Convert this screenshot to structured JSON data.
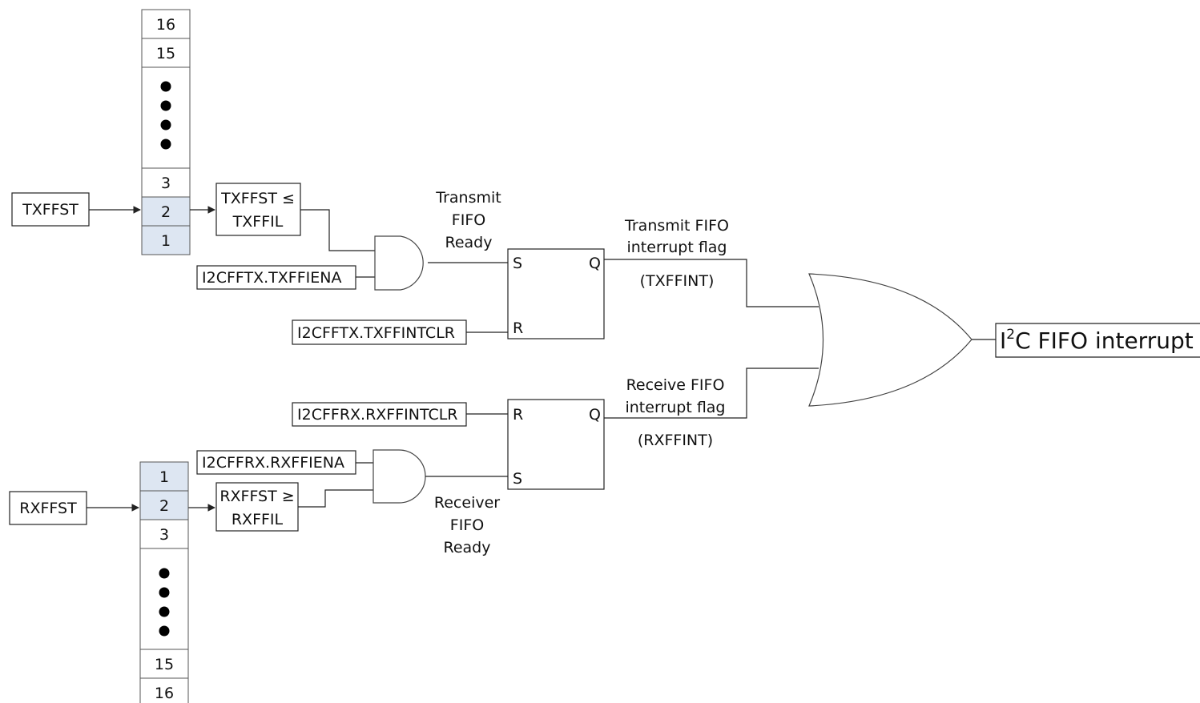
{
  "colors": {
    "highlight": "#dde6f2",
    "line": "#222222",
    "background": "#ffffff"
  },
  "tx": {
    "counter": "TXFFST",
    "fifo": {
      "top": [
        "16",
        "15"
      ],
      "bottom": [
        "3",
        "2",
        "1"
      ],
      "dots": 4,
      "highlighted": [
        "2",
        "1"
      ]
    },
    "compare": [
      "TXFFST ≤",
      "TXFFIL"
    ],
    "enable": "I2CFFTX.TXFFIENA",
    "clear": "I2CFFTX.TXFFINTCLR",
    "ready": [
      "Transmit",
      "FIFO",
      "Ready"
    ],
    "flag": [
      "Transmit FIFO",
      "interrupt flag"
    ],
    "flag_name": "(TXFFINT)"
  },
  "rx": {
    "counter": "RXFFST",
    "fifo": {
      "top": [
        "1",
        "2",
        "3"
      ],
      "bottom": [
        "15",
        "16"
      ],
      "dots": 4,
      "highlighted": [
        "1",
        "2"
      ]
    },
    "compare": [
      "RXFFST ≥",
      "RXFFIL"
    ],
    "enable": "I2CFFRX.RXFFIENA",
    "clear": "I2CFFRX.RXFFINTCLR",
    "ready": [
      "Receiver",
      "FIFO",
      "Ready"
    ],
    "flag": [
      "Receive FIFO",
      "interrupt flag"
    ],
    "flag_name": "(RXFFINT)"
  },
  "sr": {
    "set": "S",
    "reset": "R",
    "out": "Q"
  },
  "output": {
    "prefix": "I",
    "sup": "2",
    "suffix": "C FIFO interrupt"
  }
}
